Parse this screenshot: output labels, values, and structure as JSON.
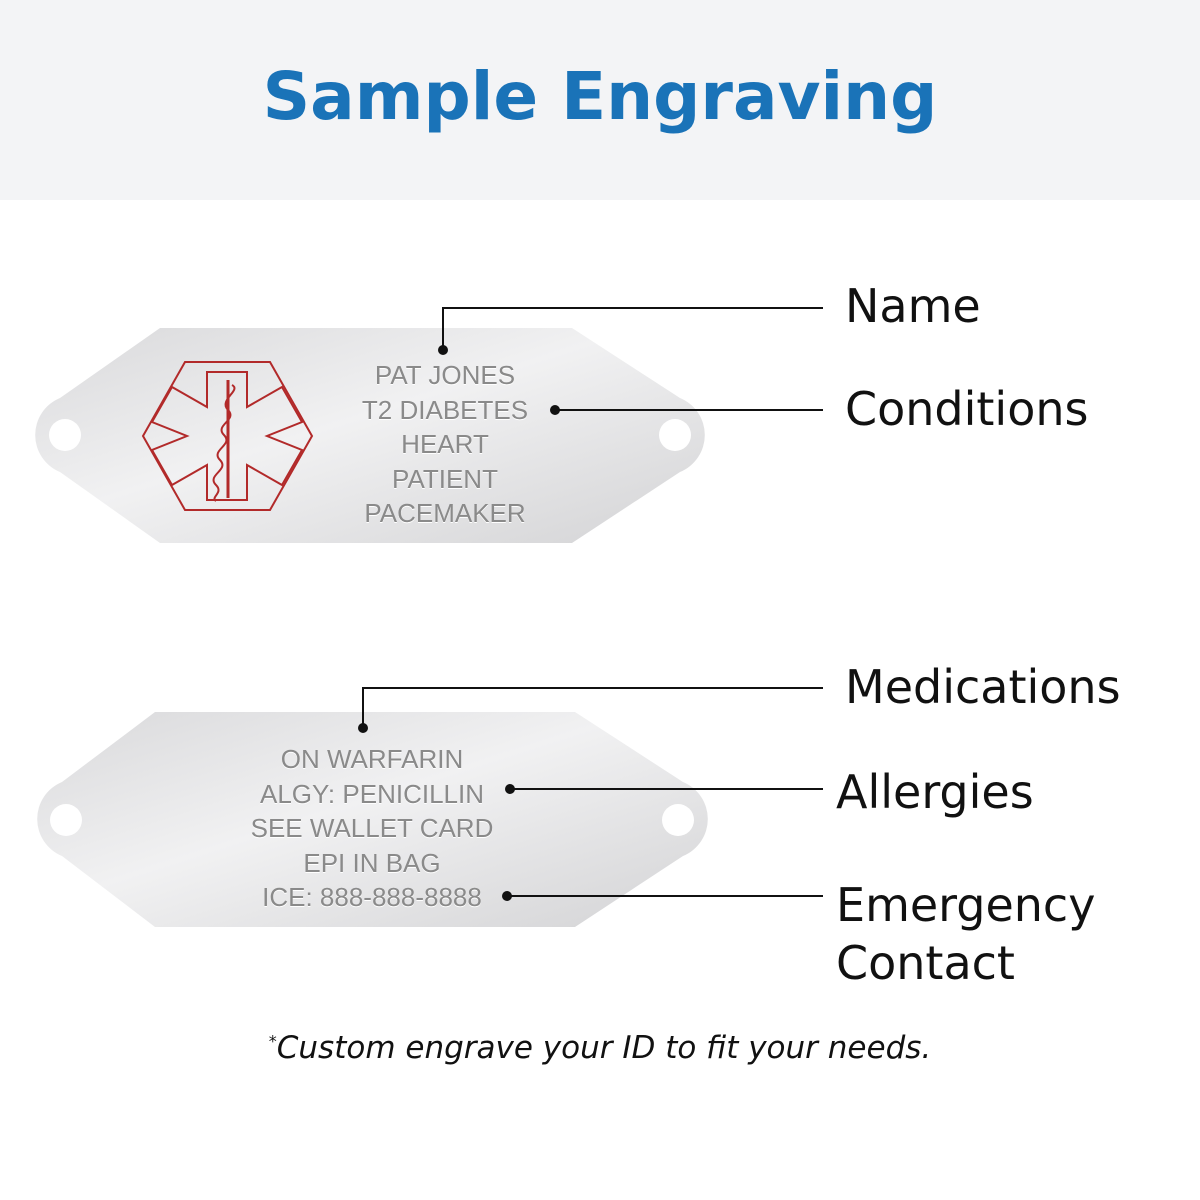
{
  "header": {
    "title": "Sample Engraving"
  },
  "tag_front": {
    "lines": [
      "PAT JONES",
      "T2 DIABETES",
      "HEART",
      "PATIENT",
      "PACEMAKER"
    ]
  },
  "tag_back": {
    "lines": [
      "ON WARFARIN",
      "ALGY: PENICILLIN",
      "SEE WALLET CARD",
      "EPI IN BAG",
      "ICE: 888-888-8888"
    ]
  },
  "labels": {
    "name": "Name",
    "conditions": "Conditions",
    "medications": "Medications",
    "allergies": "Allergies",
    "emergency_1": "Emergency",
    "emergency_2": "Contact"
  },
  "footnote": {
    "mark": "*",
    "text": "Custom engrave your ID to fit your needs."
  },
  "colors": {
    "title": "#1a73b8",
    "symbol": "#b22a2a"
  }
}
